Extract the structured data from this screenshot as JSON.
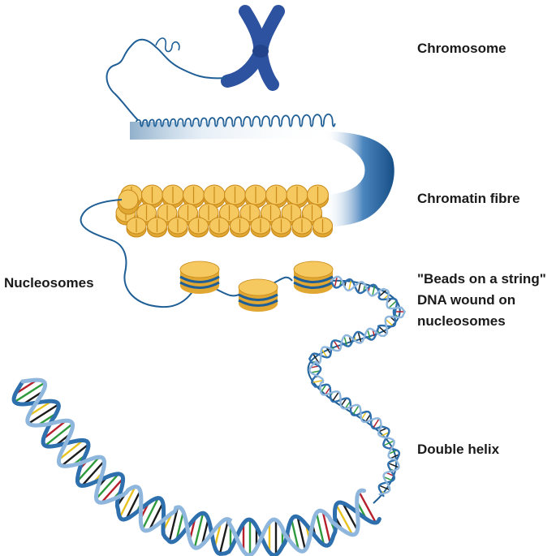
{
  "labels": {
    "chromosome": "Chromosome",
    "chromatin_fibre": "Chromatin fibre",
    "nucleosomes": "Nucleosomes",
    "beads_line1": "\"Beads on a string\"",
    "beads_line2": "DNA wound on",
    "beads_line3": "nucleosomes",
    "double_helix": "Double helix"
  },
  "colors": {
    "dna_strand": "#1f5f96",
    "chromosome": "#2d52a0",
    "histone_fill": "#f5c860",
    "histone_edge": "#c98a1a",
    "histone_dark": "#e1a733",
    "base_pair_red": "#b5202c",
    "base_pair_green": "#2f9a3c",
    "base_pair_black": "#1b1b1b",
    "base_pair_yellow": "#e8c21e"
  },
  "icons": [
    "chromosome-icon",
    "chromatin-fibre-icon",
    "nucleosome-icon",
    "double-helix-icon"
  ]
}
